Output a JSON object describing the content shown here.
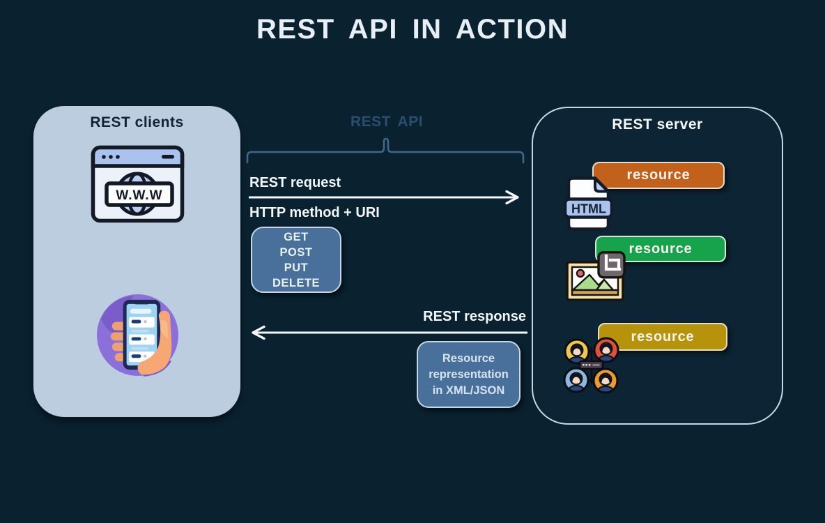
{
  "title": "REST API IN ACTION",
  "clients": {
    "label": "REST clients",
    "browser_text": "W.W.W",
    "icons": [
      "browser-www-icon",
      "phone-in-hand-icon"
    ]
  },
  "api": {
    "label": "REST API",
    "request": {
      "label": "REST request",
      "sublabel": "HTTP method + URI"
    },
    "methods": [
      "GET",
      "POST",
      "PUT",
      "DELETE"
    ],
    "response": {
      "label": "REST response",
      "payload_lines": [
        "Resource",
        "representation",
        "in XML/JSON"
      ]
    }
  },
  "server": {
    "label": "REST server",
    "resources": [
      {
        "label": "resource",
        "icon": "html-file-icon",
        "icon_text": "HTML",
        "color": "#c2611c",
        "border_color": "#e7ddcf"
      },
      {
        "label": "resource",
        "icon": "image-crop-icon",
        "color": "#16a34b",
        "border_color": "#d3e9d6"
      },
      {
        "label": "resource",
        "icon": "users-network-icon",
        "color": "#b7920b",
        "border_color": "#e7e0c4"
      }
    ]
  },
  "colors": {
    "background": "#0a2130",
    "title_text": "#e8eef5",
    "client_panel": "#bccde0",
    "client_label": "#0e2334",
    "api_accent": "#2b4d6e",
    "bracket": "#42658c",
    "light_text": "#f3f8fc",
    "box_fill": "#49709a",
    "box_border": "#c6d7e8",
    "server_border": "#c6d8e7"
  }
}
